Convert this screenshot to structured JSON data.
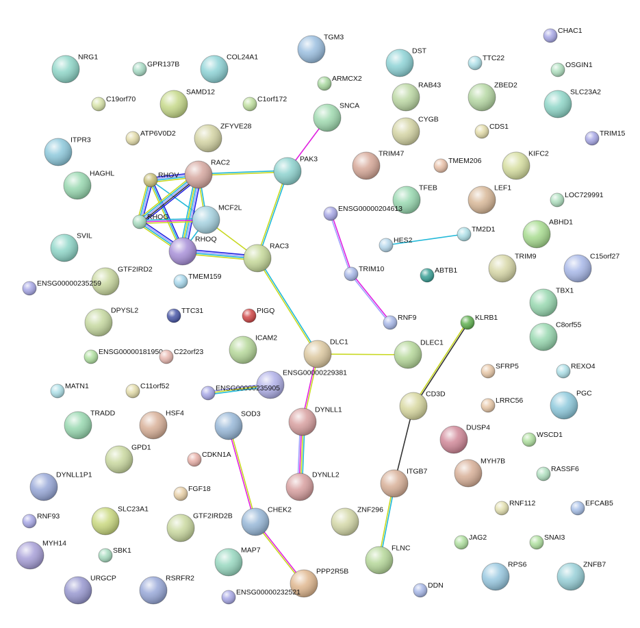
{
  "nodes": [
    {
      "name": "NRG1",
      "color": "#8fd6c8"
    },
    {
      "name": "GPR137B",
      "color": "#a9dcc6"
    },
    {
      "name": "COL24A1",
      "color": "#8ed3d6"
    },
    {
      "name": "TGM3",
      "color": "#9bbfe0"
    },
    {
      "name": "ARMCX2",
      "color": "#a9d9a0"
    },
    {
      "name": "DST",
      "color": "#8ed3d6"
    },
    {
      "name": "TTC22",
      "color": "#aee0e8"
    },
    {
      "name": "CHAC1",
      "color": "#a8a8e6"
    },
    {
      "name": "OSGIN1",
      "color": "#b0e0c0"
    },
    {
      "name": "C19orf70",
      "color": "#d7e3a8"
    },
    {
      "name": "SAMD12",
      "color": "#c6d98a"
    },
    {
      "name": "C1orf172",
      "color": "#c0e0a0"
    },
    {
      "name": "RAB43",
      "color": "#bcd8a4"
    },
    {
      "name": "ZBED2",
      "color": "#b6d8a4"
    },
    {
      "name": "SLC23A2",
      "color": "#8fd6c8"
    },
    {
      "name": "SNCA",
      "color": "#a0dab0"
    },
    {
      "name": "CYGB",
      "color": "#d4d4a4"
    },
    {
      "name": "CDS1",
      "color": "#e3dcaa"
    },
    {
      "name": "ATP6V0D2",
      "color": "#e3dcaa"
    },
    {
      "name": "ZFYVE28",
      "color": "#d4d4a4"
    },
    {
      "name": "ITPR3",
      "color": "#8ec9dc"
    },
    {
      "name": "TRIM15",
      "color": "#a8a8e6"
    },
    {
      "name": "TRIM47",
      "color": "#d6a898"
    },
    {
      "name": "TMEM206",
      "color": "#e8c0a8"
    },
    {
      "name": "KIFC2",
      "color": "#d6dea0"
    },
    {
      "name": "PAK3",
      "color": "#8ed3cf"
    },
    {
      "name": "RAC2",
      "color": "#d6a8a0"
    },
    {
      "name": "RHOV",
      "color": "#c8c078"
    },
    {
      "name": "HAGHL",
      "color": "#98d8b0"
    },
    {
      "name": "TFEB",
      "color": "#98d8b0"
    },
    {
      "name": "LEF1",
      "color": "#d8b898"
    },
    {
      "name": "LOC729991",
      "color": "#b0e0c0"
    },
    {
      "name": "ENSG00000204613",
      "color": "#a8a8e6"
    },
    {
      "name": "RHOG",
      "color": "#a8dcc0"
    },
    {
      "name": "MCF2L",
      "color": "#a6d2e0"
    },
    {
      "name": "ABHD1",
      "color": "#a8dc90"
    },
    {
      "name": "TM2D1",
      "color": "#aee0e8"
    },
    {
      "name": "HES2",
      "color": "#b6d8ec"
    },
    {
      "name": "RHOQ",
      "color": "#a890d8"
    },
    {
      "name": "SVIL",
      "color": "#8fd6c8"
    },
    {
      "name": "RAC3",
      "color": "#c6d99a"
    },
    {
      "name": "TRIM9",
      "color": "#d8d8a8"
    },
    {
      "name": "C15orf27",
      "color": "#a8b8e8"
    },
    {
      "name": "ABTB1",
      "color": "#3aa096"
    },
    {
      "name": "TRIM10",
      "color": "#a8b8e8"
    },
    {
      "name": "GTF2IRD2",
      "color": "#cad9a0"
    },
    {
      "name": "ENSG00000235259",
      "color": "#a8a8e6"
    },
    {
      "name": "TMEM159",
      "color": "#a8d8ec"
    },
    {
      "name": "TBX1",
      "color": "#98d8b0"
    },
    {
      "name": "TTC31",
      "color": "#4a58a8"
    },
    {
      "name": "PIGQ",
      "color": "#d04848"
    },
    {
      "name": "DPYSL2",
      "color": "#c6d9a0"
    },
    {
      "name": "RNF9",
      "color": "#a8b8e8"
    },
    {
      "name": "KLRB1",
      "color": "#60b050"
    },
    {
      "name": "C8orf55",
      "color": "#98d8b0"
    },
    {
      "name": "ICAM2",
      "color": "#b6d89a"
    },
    {
      "name": "DLC1",
      "color": "#dcc8a0"
    },
    {
      "name": "DLEC1",
      "color": "#b6d89a"
    },
    {
      "name": "ENSG00000181950",
      "color": "#b0e0a0"
    },
    {
      "name": "C22orf23",
      "color": "#e8b8b0"
    },
    {
      "name": "REXO4",
      "color": "#aee0e8"
    },
    {
      "name": "SFRP5",
      "color": "#e8c8a8"
    },
    {
      "name": "ENSG00000229381",
      "color": "#b0b0e8"
    },
    {
      "name": "ENSG00000235905",
      "color": "#a8a8e6"
    },
    {
      "name": "MATN1",
      "color": "#aee0e8"
    },
    {
      "name": "C11orf52",
      "color": "#e3dcaa"
    },
    {
      "name": "CD3D",
      "color": "#d8d8a0"
    },
    {
      "name": "LRRC56",
      "color": "#e8c8a8"
    },
    {
      "name": "PGC",
      "color": "#8ec9dc"
    },
    {
      "name": "TRADD",
      "color": "#98d8b0"
    },
    {
      "name": "HSF4",
      "color": "#d8b098"
    },
    {
      "name": "SOD3",
      "color": "#98b8d8"
    },
    {
      "name": "DYNLL1",
      "color": "#d8a0a0"
    },
    {
      "name": "DUSP4",
      "color": "#d08898"
    },
    {
      "name": "WSCD1",
      "color": "#b0e0a0"
    },
    {
      "name": "GPD1",
      "color": "#cad9a0"
    },
    {
      "name": "CDKN1A",
      "color": "#e8b0a8"
    },
    {
      "name": "MYH7B",
      "color": "#d8b098"
    },
    {
      "name": "RASSF6",
      "color": "#b0e0c0"
    },
    {
      "name": "DYNLL1P1",
      "color": "#98a8d8"
    },
    {
      "name": "FGF18",
      "color": "#e8d0a8"
    },
    {
      "name": "DYNLL2",
      "color": "#d8a0a0"
    },
    {
      "name": "ITGB7",
      "color": "#d8b098"
    },
    {
      "name": "RNF112",
      "color": "#e3e0b0"
    },
    {
      "name": "EFCAB5",
      "color": "#a8c0e8"
    },
    {
      "name": "RNF93",
      "color": "#a8a8e6"
    },
    {
      "name": "SLC23A1",
      "color": "#cad980"
    },
    {
      "name": "GTF2IRD2B",
      "color": "#cad9a0"
    },
    {
      "name": "CHEK2",
      "color": "#98b8d8"
    },
    {
      "name": "ZNF296",
      "color": "#d4d8a8"
    },
    {
      "name": "JAG2",
      "color": "#b0e0a0"
    },
    {
      "name": "SNAI3",
      "color": "#b0e0a0"
    },
    {
      "name": "MYH14",
      "color": "#a8a0d8"
    },
    {
      "name": "SBK1",
      "color": "#a8dcc0"
    },
    {
      "name": "MAP7",
      "color": "#98d8c0"
    },
    {
      "name": "FLNC",
      "color": "#b6d89a"
    },
    {
      "name": "PPP2R5B",
      "color": "#e0b890"
    },
    {
      "name": "RPS6",
      "color": "#98c8e0"
    },
    {
      "name": "ZNFB7",
      "color": "#98d0d8"
    },
    {
      "name": "URGCP",
      "color": "#9898d0"
    },
    {
      "name": "RSRFR2",
      "color": "#98a8d8"
    },
    {
      "name": "DDN",
      "color": "#a8b8e8"
    },
    {
      "name": "ENSG00000232521",
      "color": "#a8a8e6"
    }
  ],
  "edges": [
    {
      "source": "RHOV",
      "target": "RAC2",
      "colors": [
        "#2020e0",
        "#a0a0ff",
        "#20b8d8",
        "#c8d820"
      ]
    },
    {
      "source": "RHOV",
      "target": "RHOG",
      "colors": [
        "#2020e0",
        "#a0a0ff",
        "#20b8d8",
        "#c8d820"
      ]
    },
    {
      "source": "RHOV",
      "target": "RHOQ",
      "colors": [
        "#2020e0",
        "#20b8d8",
        "#c8d820"
      ]
    },
    {
      "source": "RHOV",
      "target": "MCF2L",
      "colors": [
        "#20b8d8"
      ]
    },
    {
      "source": "RAC2",
      "target": "RHOG",
      "colors": [
        "#2020e0",
        "#333333",
        "#a0a0ff",
        "#20b8d8",
        "#c8d820"
      ]
    },
    {
      "source": "RAC2",
      "target": "RHOQ",
      "colors": [
        "#2020e0",
        "#a0a0ff",
        "#20b8d8",
        "#c8d820",
        "#20b8d8"
      ]
    },
    {
      "source": "RAC2",
      "target": "MCF2L",
      "colors": [
        "#20b8d8",
        "#c8d820"
      ]
    },
    {
      "source": "RAC2",
      "target": "PAK3",
      "colors": [
        "#20b8d8",
        "#c8d820"
      ]
    },
    {
      "source": "RHOG",
      "target": "MCF2L",
      "colors": [
        "#20b8d8",
        "#e020e0",
        "#c8d820"
      ]
    },
    {
      "source": "RHOG",
      "target": "RHOQ",
      "colors": [
        "#2020e0",
        "#a0a0ff",
        "#20b8d8",
        "#c8d820"
      ]
    },
    {
      "source": "RHOQ",
      "target": "MCF2L",
      "colors": [
        "#20b8d8"
      ]
    },
    {
      "source": "RHOQ",
      "target": "RAC3",
      "colors": [
        "#2020e0",
        "#a0a0ff",
        "#20b8d8",
        "#c8d820"
      ]
    },
    {
      "source": "MCF2L",
      "target": "RAC3",
      "colors": [
        "#c8d820"
      ]
    },
    {
      "source": "PAK3",
      "target": "RAC3",
      "colors": [
        "#20b8d8",
        "#c8d820"
      ]
    },
    {
      "source": "PAK3",
      "target": "SNCA",
      "colors": [
        "#e020e0"
      ]
    },
    {
      "source": "RAC3",
      "target": "DLC1",
      "colors": [
        "#20b8d8",
        "#c8d820"
      ]
    },
    {
      "source": "DLC1",
      "target": "DLEC1",
      "colors": [
        "#c8d820"
      ]
    },
    {
      "source": "DLC1",
      "target": "DYNLL1",
      "colors": [
        "#c8d820",
        "#e020e0"
      ]
    },
    {
      "source": "DYNLL1",
      "target": "DYNLL2",
      "colors": [
        "#20b8d8",
        "#c8d820",
        "#e020e0",
        "#a0a0ff"
      ]
    },
    {
      "source": "ENSG00000235905",
      "target": "ENSG00000229381",
      "colors": [
        "#a0a0ff",
        "#c8d820",
        "#20b8d8"
      ]
    },
    {
      "source": "SOD3",
      "target": "CHEK2",
      "colors": [
        "#c8d820",
        "#e020e0"
      ]
    },
    {
      "source": "CHEK2",
      "target": "PPP2R5B",
      "colors": [
        "#e020e0",
        "#c8d820"
      ]
    },
    {
      "source": "KLRB1",
      "target": "CD3D",
      "colors": [
        "#333333",
        "#c8d820"
      ]
    },
    {
      "source": "CD3D",
      "target": "ITGB7",
      "colors": [
        "#333333"
      ]
    },
    {
      "source": "ITGB7",
      "target": "FLNC",
      "colors": [
        "#20b8d8",
        "#c8d820"
      ]
    },
    {
      "source": "ENSG00000204613",
      "target": "TRIM10",
      "colors": [
        "#e020e0",
        "#a0a0ff"
      ]
    },
    {
      "source": "TRIM10",
      "target": "RNF9",
      "colors": [
        "#e020e0",
        "#a0a0ff"
      ]
    },
    {
      "source": "HES2",
      "target": "TM2D1",
      "colors": [
        "#20b8d8"
      ]
    }
  ]
}
